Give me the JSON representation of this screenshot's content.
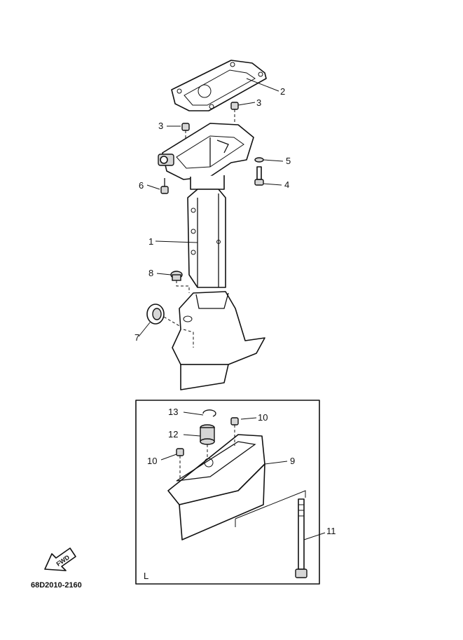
{
  "callouts": {
    "p1": "1",
    "p2": "2",
    "p3a": "3",
    "p3b": "3",
    "p4": "4",
    "p5": "5",
    "p6": "6",
    "p7": "7",
    "p8": "8",
    "p9": "9",
    "p10a": "10",
    "p10b": "10",
    "p11": "11",
    "p12": "12",
    "p13": "13"
  },
  "fwd_label": "FWD",
  "inset_label": "L",
  "diagram_code": "68D2010-2160"
}
